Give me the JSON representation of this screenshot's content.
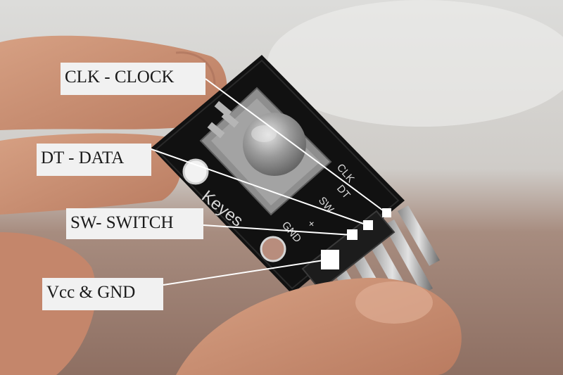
{
  "labels": {
    "clk": "CLK - CLOCK",
    "dt": "DT - DATA",
    "sw": "SW- SWITCH",
    "vcc": "Vcc & GND"
  },
  "board_silkscreen": {
    "brand": "Keyes",
    "pin_clk": "CLK",
    "pin_dt": "DT",
    "pin_sw": "SW",
    "pin_plus": "+",
    "pin_gnd": "GND"
  },
  "colors": {
    "board": "#111111",
    "label_background": "#f1f1f1",
    "leader_line": "#ffffff",
    "silkscreen": "#d8d8d8",
    "skin": "#c98f72"
  }
}
